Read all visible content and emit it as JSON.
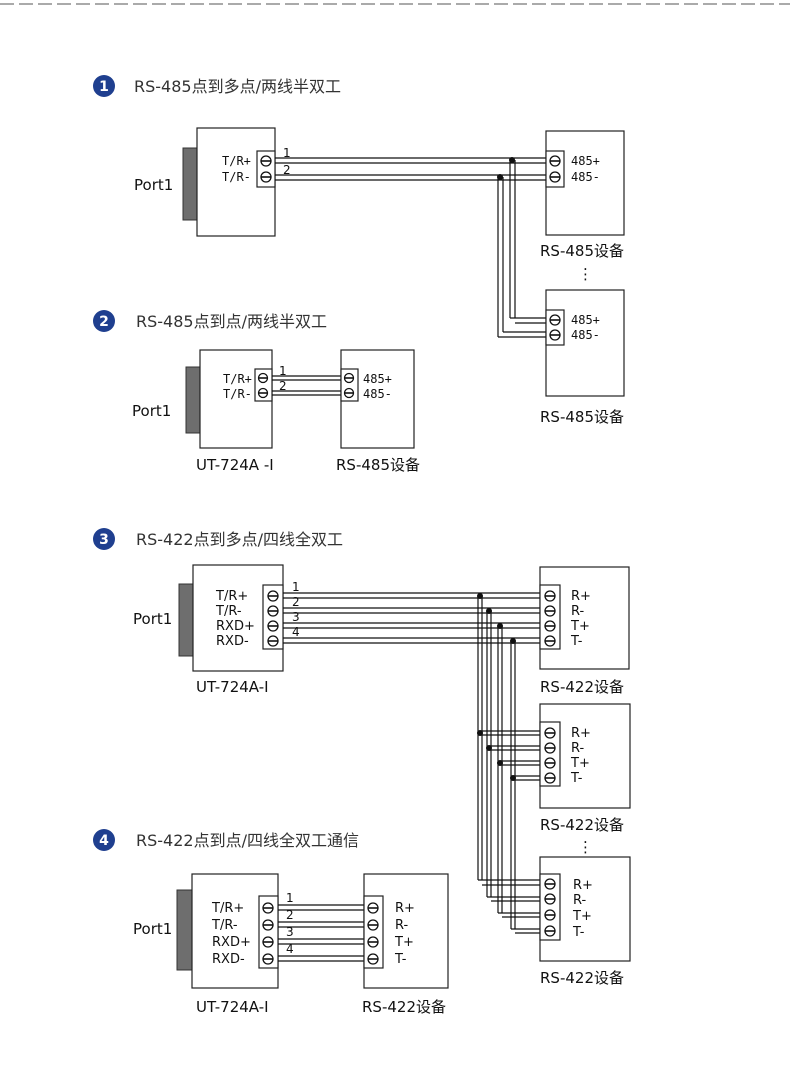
{
  "sections": [
    {
      "number": "1",
      "title": "RS-485点到多点/两线半双工"
    },
    {
      "number": "2",
      "title": "RS-485点到点/两线半双工"
    },
    {
      "number": "3",
      "title": "RS-422点到多点/四线全双工"
    },
    {
      "number": "4",
      "title": "RS-422点到点/四线全双工通信"
    }
  ],
  "port_label": "Port1",
  "terminals_485_dev": [
    "485+",
    "485-"
  ],
  "terminals_485_conv": [
    "T/R+",
    "T/R-"
  ],
  "terminals_422_conv": [
    "T/R+",
    "T/R-",
    "RXD+",
    "RXD-"
  ],
  "terminals_422_dev": [
    "R+",
    "R-",
    "T+",
    "T-"
  ],
  "wire_numbers": [
    "1",
    "2",
    "3",
    "4"
  ],
  "device_485": "RS-485设备",
  "device_422": "RS-422设备",
  "converter_2": "UT-724A -I",
  "converter_3": "UT-724A-I",
  "converter_4": "UT-724A-I",
  "ellipsis": "⋮"
}
